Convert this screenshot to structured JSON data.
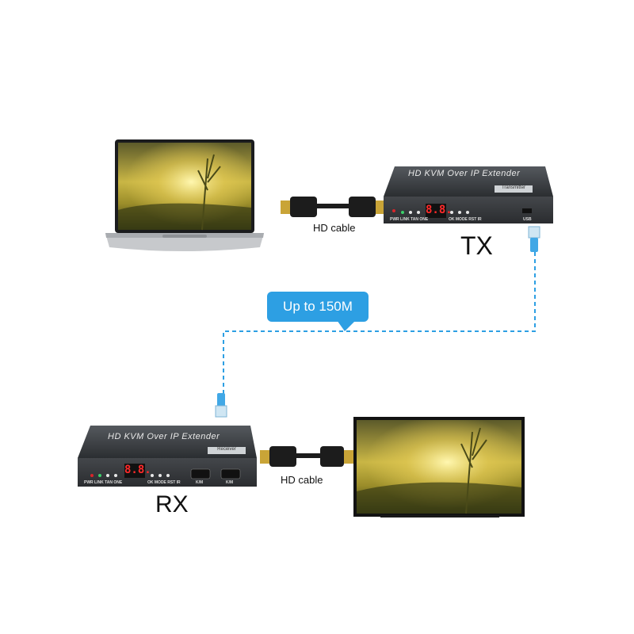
{
  "labels": {
    "tx": "TX",
    "rx": "RX",
    "cable_top": "HD  cable",
    "cable_bottom": "HD  cable",
    "distance": "Up to 150M"
  },
  "devices": {
    "tx": {
      "title": "HD KVM Over IP Extender",
      "brand": "Transmitter",
      "display": "8.8.",
      "left_leds": "PWR LINK TAN ONE",
      "right_leds": "OK MODE RST   IR",
      "usb_label": "USB"
    },
    "rx": {
      "title": "HD KVM Over IP Extender",
      "brand": "Receiver",
      "display": "8.8.",
      "left_leds": "PWR LINK TAN ONE",
      "right_leds": "OK MODE RST   IR",
      "port_labels": [
        "K/M",
        "K/M"
      ]
    }
  },
  "colors": {
    "accent_blue": "#2d9fe3",
    "device_body": "#3a3d41",
    "display_red": "#ff2a2a"
  }
}
